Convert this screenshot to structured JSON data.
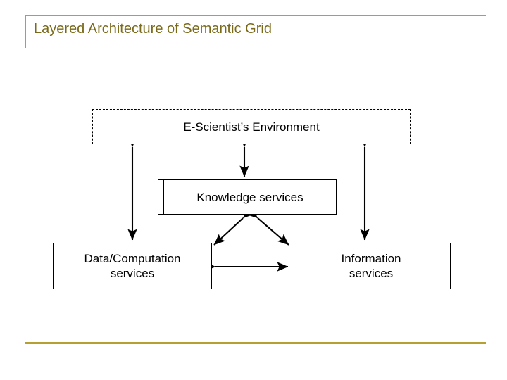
{
  "slide": {
    "title": "Layered Architecture of Semantic Grid",
    "accent_color": "#b5a031",
    "title_color": "#7a6a1a",
    "background_color": "#ffffff"
  },
  "diagram": {
    "type": "layered-block-diagram",
    "line_color": "#000000",
    "nodes": [
      {
        "id": "escientist",
        "label": "E-Scientist’s Environment",
        "border_style": "dashed",
        "layer": "top"
      },
      {
        "id": "knowledge",
        "label": "Knowledge services",
        "border_style": "solid",
        "layer": "middle"
      },
      {
        "id": "data",
        "label": "Data/Computation services",
        "label_line1": "Data/Computation",
        "label_line2": "services",
        "border_style": "solid",
        "layer": "bottom-left"
      },
      {
        "id": "information",
        "label": "Information services",
        "label_line1": "Information",
        "label_line2": "services",
        "border_style": "solid",
        "layer": "bottom-right"
      }
    ],
    "connectors": [
      {
        "id": "escientist-data",
        "from": "escientist",
        "to": "data",
        "arrow": "double",
        "orientation": "vertical"
      },
      {
        "id": "escientist-knowledge",
        "from": "escientist",
        "to": "knowledge",
        "arrow": "double",
        "orientation": "vertical"
      },
      {
        "id": "escientist-information",
        "from": "escientist",
        "to": "information",
        "arrow": "double",
        "orientation": "vertical"
      },
      {
        "id": "knowledge-data",
        "from": "knowledge",
        "to": "data",
        "arrow": "double",
        "orientation": "diagonal"
      },
      {
        "id": "knowledge-information",
        "from": "knowledge",
        "to": "information",
        "arrow": "double",
        "orientation": "diagonal"
      },
      {
        "id": "data-information",
        "from": "data",
        "to": "information",
        "arrow": "double",
        "orientation": "horizontal"
      }
    ]
  }
}
